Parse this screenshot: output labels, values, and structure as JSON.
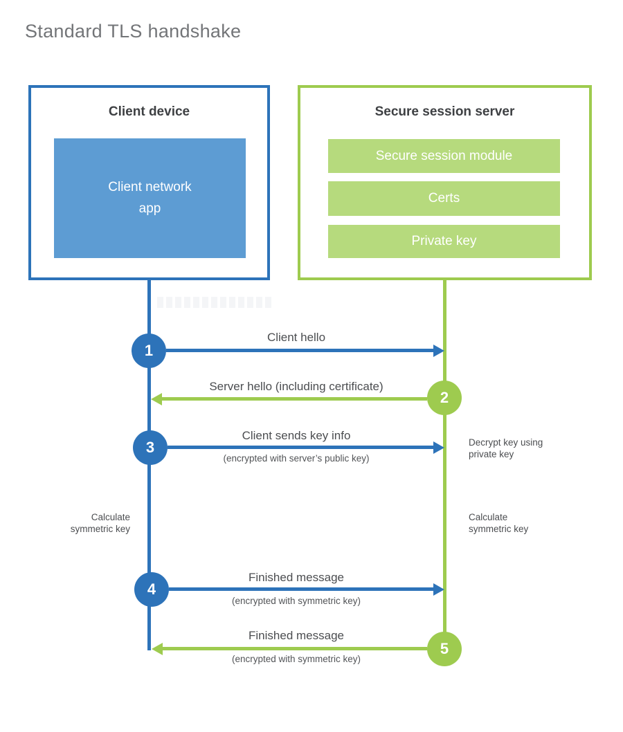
{
  "title": "Standard TLS handshake",
  "colors": {
    "blue": "#2D73B9",
    "blue_fill": "#5D9CD3",
    "green": "#9ECB4F",
    "green_fill": "#B6DA7D"
  },
  "client": {
    "title": "Client device",
    "app_label": "Client network\napp"
  },
  "server": {
    "title": "Secure session server",
    "modules": [
      "Secure session module",
      "Certs",
      "Private key"
    ]
  },
  "steps": [
    {
      "num": "1",
      "label": "Client hello",
      "sublabel": "",
      "direction": "right",
      "color": "blue"
    },
    {
      "num": "2",
      "label": "Server hello (including certificate)",
      "sublabel": "",
      "direction": "left",
      "color": "green"
    },
    {
      "num": "3",
      "label": "Client sends key info",
      "sublabel": "(encrypted with server’s public key)",
      "direction": "right",
      "color": "blue"
    },
    {
      "num": "4",
      "label": "Finished message",
      "sublabel": "(encrypted with symmetric key)",
      "direction": "right",
      "color": "blue"
    },
    {
      "num": "5",
      "label": "Finished message",
      "sublabel": "(encrypted with symmetric key)",
      "direction": "left",
      "color": "green"
    }
  ],
  "notes": {
    "decrypt": "Decrypt key using\nprivate key",
    "calculate_left": "Calculate\nsymmetric key",
    "calculate_right": "Calculate\nsymmetric key"
  }
}
